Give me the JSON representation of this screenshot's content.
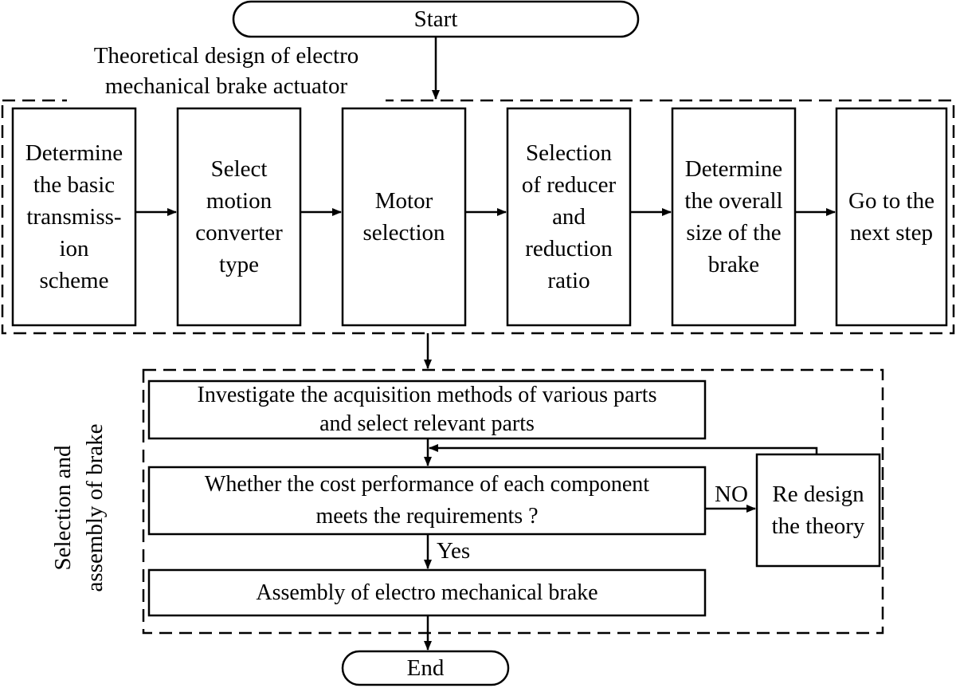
{
  "start_label": "Start",
  "end_label": "End",
  "section1": {
    "title": "Theoretical design of electro\nmechanical brake actuator",
    "steps": [
      "Determine\nthe basic\ntransmiss-\nion\nscheme",
      "Select\nmotion\nconverter\ntype",
      "Motor\nselection",
      "Selection\nof reducer\nand\nreduction\nratio",
      "Determine\nthe overall\nsize of the\nbrake",
      "Go to the\nnext step"
    ]
  },
  "section2": {
    "title": "Selection and\nassembly of brake",
    "investigate": "Investigate the acquisition methods of various parts\nand select relevant parts",
    "decision": "Whether the cost performance of each component\nmeets the requirements ?",
    "no_label": "NO",
    "yes_label": "Yes",
    "redesign": "Re design\nthe theory",
    "assembly": "Assembly of electro mechanical brake"
  }
}
